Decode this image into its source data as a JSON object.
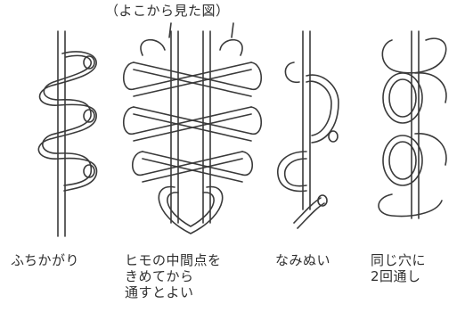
{
  "caption": "（よこから見た図）",
  "panels": [
    {
      "label": "ふちかがり"
    },
    {
      "label": "ヒモの中間点を\nきめてから\n通すとよい"
    },
    {
      "label": "なみぬい"
    },
    {
      "label": "同じ穴に\n2回通し"
    }
  ],
  "colors": {
    "line": "#3a3a3a",
    "fill": "#ffffff"
  }
}
